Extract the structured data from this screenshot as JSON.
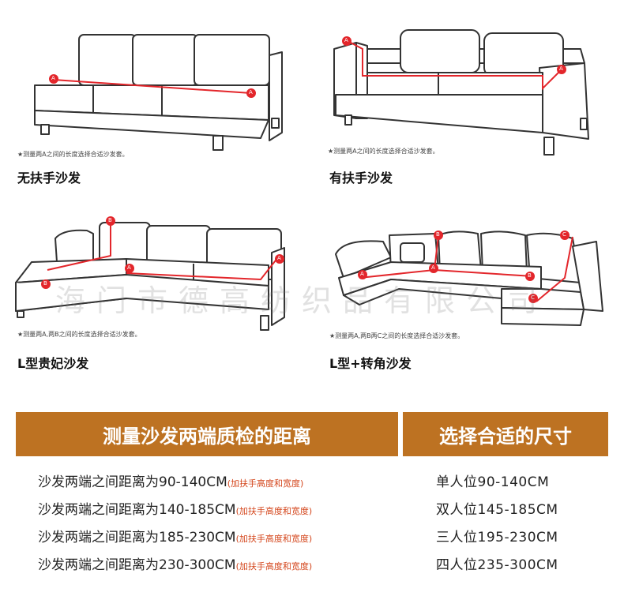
{
  "panels": [
    {
      "title": "无扶手沙发",
      "note": "★测量两A之间的长度选择合适沙发套。"
    },
    {
      "title": "有扶手沙发",
      "note": "★测量两A之间的长度选择合适沙发套。"
    },
    {
      "title": "L型贵妃沙发",
      "note": "★测量两A,两B之间的长度选择合适沙发套。"
    },
    {
      "title": "L型+转角沙发",
      "note": "★测量两A,两B两C之间的长度选择合适沙发套。"
    }
  ],
  "markers": {
    "a": "A",
    "b": "B",
    "c": "C"
  },
  "watermark": "海门市德高纺织品有限公司",
  "table": {
    "header_left": "测量沙发两端质检的距离",
    "header_right": "选择合适的尺寸",
    "rows": [
      {
        "text": "沙发两端之间距离为90-140CM",
        "note": "(加扶手高度和宽度)",
        "size": "单人位90-140CM"
      },
      {
        "text": "沙发两端之间距离为140-185CM",
        "note": "(加扶手高度和宽度)",
        "size": "双人位145-185CM"
      },
      {
        "text": "沙发两端之间距离为185-230CM",
        "note": "(加扶手高度和宽度)",
        "size": "三人位195-230CM"
      },
      {
        "text": "沙发两端之间距离为230-300CM",
        "note": "(加扶手高度和宽度)",
        "size": "四人位235-300CM"
      }
    ]
  },
  "colors": {
    "accent": "#bd7222",
    "measure": "#e3262b",
    "outline": "#333333",
    "note_red": "#d4461c"
  }
}
